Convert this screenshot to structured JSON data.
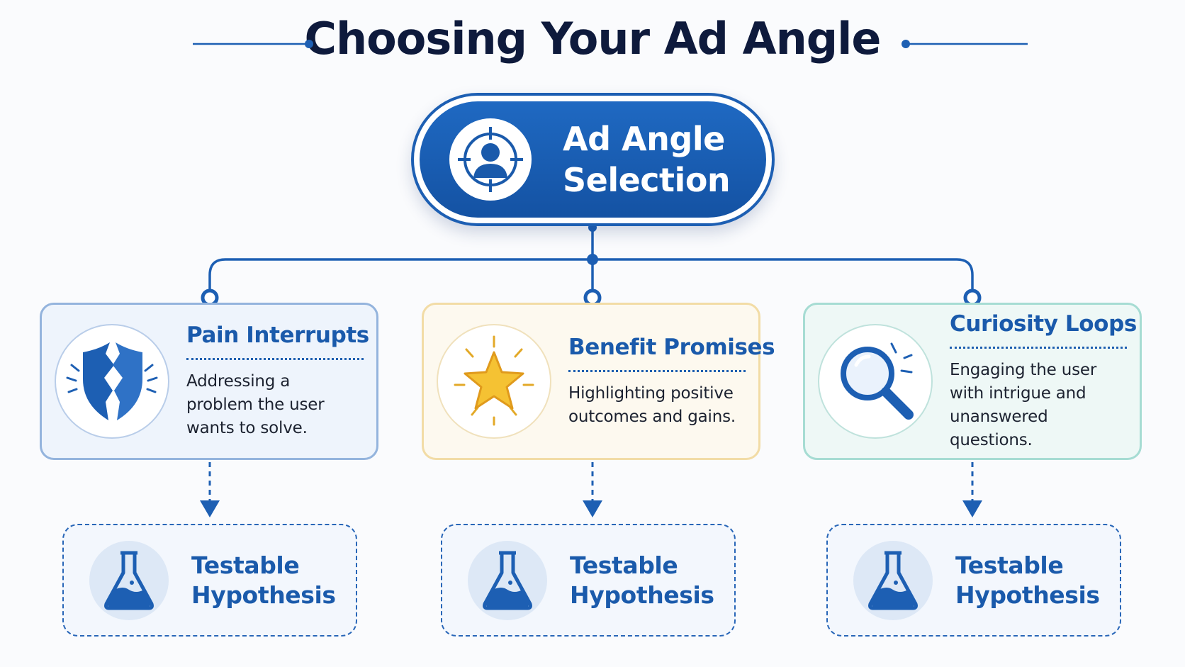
{
  "title": "Choosing Your Ad Angle",
  "root": {
    "label": "Ad Angle\nSelection",
    "icon": "target-person-icon"
  },
  "categories": [
    {
      "title": "Pain Interrupts",
      "description": "Addressing a\nproblem the user\nwants to solve.",
      "icon": "broken-shield-icon",
      "border_color": "#94b4dd",
      "background": "#eef4fc"
    },
    {
      "title": "Benefit Promises",
      "description": "Highlighting positive\noutcomes and gains.",
      "icon": "star-icon",
      "border_color": "#f2dca6",
      "background": "#fdf9ef"
    },
    {
      "title": "Curiosity Loops",
      "description": "Engaging the user\nwith intrigue and\nunanswered questions.",
      "icon": "magnifying-glass-icon",
      "border_color": "#a6dcd3",
      "background": "#eef8f6"
    }
  ],
  "hypotheses": [
    {
      "label": "Testable\nHypothesis",
      "icon": "flask-icon"
    },
    {
      "label": "Testable\nHypothesis",
      "icon": "flask-icon"
    },
    {
      "label": "Testable\nHypothesis",
      "icon": "flask-icon"
    }
  ],
  "colors": {
    "primary": "#1d5fb3",
    "title_text": "#0e1a3c",
    "star": "#f5c233"
  }
}
